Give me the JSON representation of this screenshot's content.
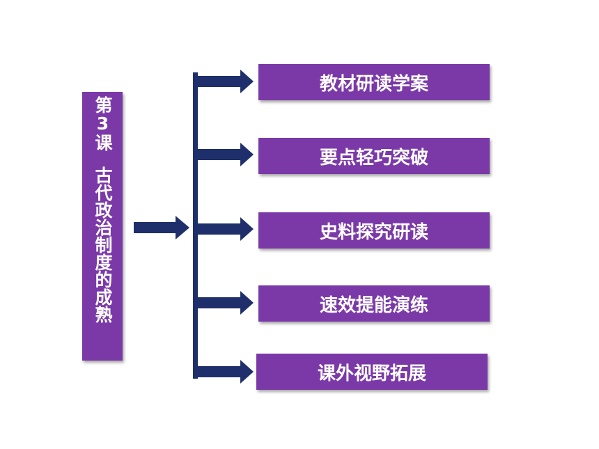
{
  "lesson_title": {
    "part1": "第3课",
    "part2": "古代政治制度的成熟"
  },
  "menu_items": [
    {
      "label": "教材研读学案"
    },
    {
      "label": "要点轻巧突破"
    },
    {
      "label": "史料探究研读"
    },
    {
      "label": "速效提能演练"
    },
    {
      "label": "课外视野拓展"
    }
  ],
  "colors": {
    "box_fill": "#7b39a8",
    "arrow_fill": "#1f2f6b",
    "text": "#ffffff"
  }
}
